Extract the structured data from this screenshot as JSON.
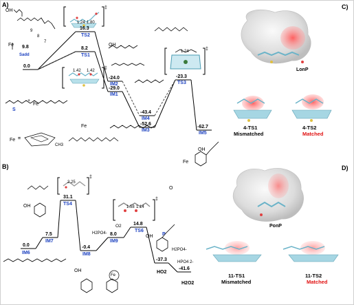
{
  "panel_labels": {
    "a": "A)",
    "b": "B)",
    "c": "C)",
    "d": "D)"
  },
  "panel_a": {
    "energies": {
      "s": "0.0",
      "ts1": "8.2",
      "ts2": "16.3",
      "im2": "-24.0",
      "im1": "-29.0",
      "im4": "-43.4",
      "im3": "-52.6",
      "ts3": "-23.3",
      "im5": "-62.7",
      "left": "9.8"
    },
    "labels": {
      "ts2": "TS2",
      "ts1": "TS1",
      "im2": "IM2",
      "im1": "IM1",
      "im4": "IM4",
      "im3": "IM3",
      "ts3": "TS3",
      "im5": "IM5",
      "s": "S",
      "s_sub": "S",
      "s_sub2": "Sadd",
      "ts_ang_top": "1.24",
      "ts_ang_top2": "1.80",
      "ts_ang_mid": "1.42",
      "ts_ang_mid2": "1.42",
      "ts3_dist": "1.24",
      "fe": "Fe",
      "oh": "OH",
      "o": "O",
      "plus": "+",
      "eq": "=",
      "dagger": "‡",
      "ch3": "CH3",
      "num9": "9",
      "num8": "8",
      "num7": "7"
    }
  },
  "panel_b": {
    "energies": {
      "im6": "0.0",
      "im7": "7.5",
      "ts4": "31.1",
      "im8": "-0.4",
      "im9": "8.0",
      "ts6": "14.8",
      "p": "-37.3",
      "end": "-41.6"
    },
    "labels": {
      "ts4": "TS4",
      "im6": "IM6",
      "im7": "IM7",
      "im8": "IM8",
      "im9": "IM9",
      "ts6": "TS6",
      "p": "P",
      "h2po4": "H2PO4-",
      "o2": "O2",
      "ho2": "HO2",
      "hpo4": "HPO4 2-",
      "h2o2": "H2O2",
      "ts4_dist": "2.25",
      "ts6_d1": "1.58",
      "ts6_d2": "1.14",
      "fe": "Fe",
      "oh": "OH",
      "o": "O",
      "dagger": "‡"
    }
  },
  "panel_c": {
    "protein": "LonP",
    "ts1_name": "4-TS1",
    "ts1_status": "Mismatched",
    "ts2_name": "4-TS2",
    "ts2_status": "Matched"
  },
  "panel_d": {
    "protein": "PonP",
    "ts1_name": "11-TS1",
    "ts1_status": "Mismatched",
    "ts2_name": "11-TS2",
    "ts2_status": "Matched"
  },
  "colors": {
    "ts_label": "#1a3fbf",
    "matched": "#e01010",
    "path": "#000000",
    "dashed": "#444444"
  }
}
